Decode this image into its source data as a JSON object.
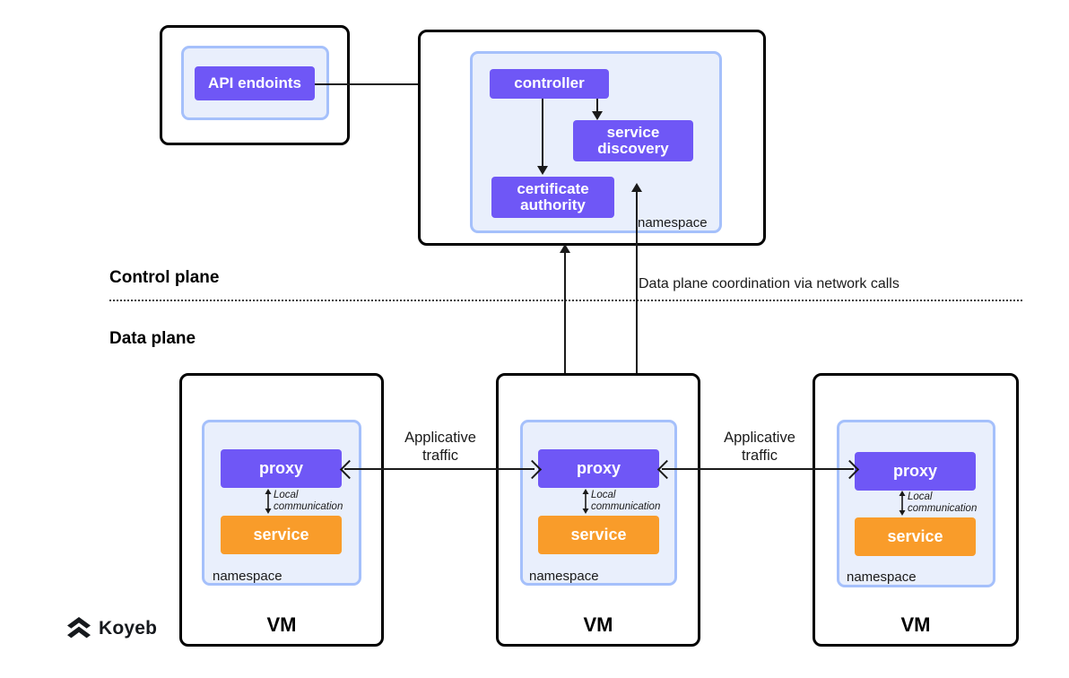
{
  "diagram": {
    "brand": {
      "name": "Koyeb",
      "logo_icon": "koyeb-chevron-logo-icon"
    },
    "planes": {
      "control": {
        "title": "Control plane"
      },
      "data": {
        "title": "Data plane"
      },
      "coordination_label": "Data plane coordination via network calls"
    },
    "api_box": {
      "namespace_fill": "#e9effc",
      "component": {
        "label": "API endoints",
        "color": "#6f57f6"
      }
    },
    "control_namespace": {
      "namespace_label": "namespace",
      "components": [
        {
          "label": "controller",
          "color": "#6f57f6"
        },
        {
          "label": "service\ndiscovery",
          "color": "#6f57f6"
        },
        {
          "label": "certificate\nauthority",
          "color": "#6f57f6"
        }
      ]
    },
    "vms": [
      {
        "vm_label": "VM",
        "namespace_label": "namespace",
        "proxy": {
          "label": "proxy",
          "color": "#6f57f6"
        },
        "service": {
          "label": "service",
          "color": "#f99c2a"
        },
        "local_comm": "Local\ncommunication"
      },
      {
        "vm_label": "VM",
        "namespace_label": "namespace",
        "proxy": {
          "label": "proxy",
          "color": "#6f57f6"
        },
        "service": {
          "label": "service",
          "color": "#f99c2a"
        },
        "local_comm": "Local\ncommunication"
      },
      {
        "vm_label": "VM",
        "namespace_label": "namespace",
        "proxy": {
          "label": "proxy",
          "color": "#6f57f6"
        },
        "service": {
          "label": "service",
          "color": "#f99c2a"
        },
        "local_comm": "Local\ncommunication"
      }
    ],
    "edge_labels": {
      "applicative_traffic_left": "Applicative\ntraffic",
      "applicative_traffic_right": "Applicative\ntraffic"
    },
    "colors": {
      "component_purple": "#6f57f6",
      "service_orange": "#f99c2a",
      "namespace_border": "#a5c0fb",
      "namespace_fill": "#e9effc",
      "outline_black": "#000000"
    }
  }
}
